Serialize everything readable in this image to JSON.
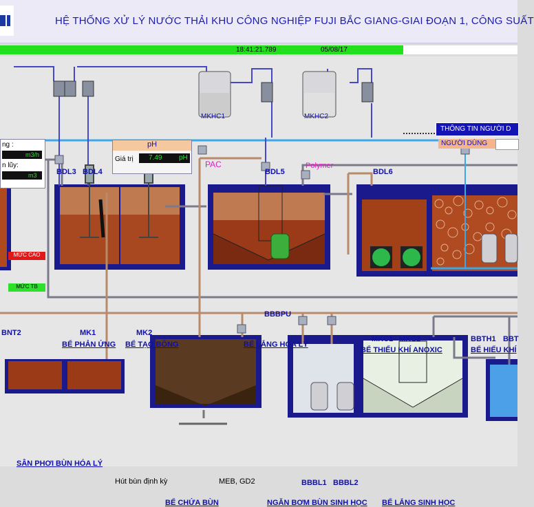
{
  "header": {
    "title": "HỆ THỐNG XỬ LÝ NƯỚC THẢI KHU CÔNG NGHIỆP FUJI BẮC GIANG-GIAI ĐOẠN 1, CÔNG SUẤT"
  },
  "status": {
    "time": "18:41:21.789",
    "date": "05/08/17"
  },
  "flow_panel": {
    "label1": "ng :",
    "unit1": "m3/h",
    "label2": "n lũy:",
    "unit2": "m3"
  },
  "ph_panel": {
    "title": "pH",
    "label": "Giá trị",
    "value": "7.49",
    "unit": "pH"
  },
  "user_panel": {
    "title": "THÔNG TIN NGƯỜI D",
    "user_label": "NGƯỜI DÙNG"
  },
  "tags": {
    "muc_cao": "MỨC CAO",
    "muc_tb": "MỨC TB"
  },
  "equipment": {
    "mkhc1": "MKHC1",
    "mkhc2": "MKHC2",
    "pac": "PAC",
    "polymer": "Polymer",
    "bdl3": "BDL3",
    "bdl4": "BDL4",
    "bdl5": "BDL5",
    "bdl6": "BDL6",
    "mk1": "MK1",
    "mk2": "MK2",
    "bbbpu": "BBBPU",
    "mkc1": "MKC1",
    "mkc2": "MKC2",
    "bbth1": "BBTH1",
    "bbt": "BBT",
    "bnt2": "BNT2",
    "bbbl1": "BBBL1",
    "bbbl2": "BBBL2",
    "meb": "MEB, GD2",
    "hut_bun": "Hút bùn định kỳ"
  },
  "tanks": {
    "be_phan_ung": "BỂ PHẢN ỨNG",
    "be_tao_bong": "BỂ TẠO BÔNG",
    "be_lang_hoa_ly": "BỂ LẮNG HÓA LÝ",
    "be_thieu_khi": "BỂ THIẾU KHÍ ANOXIC",
    "be_hieu_khi": "BỂ HIẾU KHÍ",
    "san_phoi": "SÂN PHƠI BÙN HÓA LÝ",
    "be_chua_bun": "BỂ CHỨA BÙN",
    "ngan_bom": "NGĂN BƠM BÙN SINH HỌC",
    "be_lang_sinh_hoc": "BỂ LẮNG SINH HỌC"
  }
}
